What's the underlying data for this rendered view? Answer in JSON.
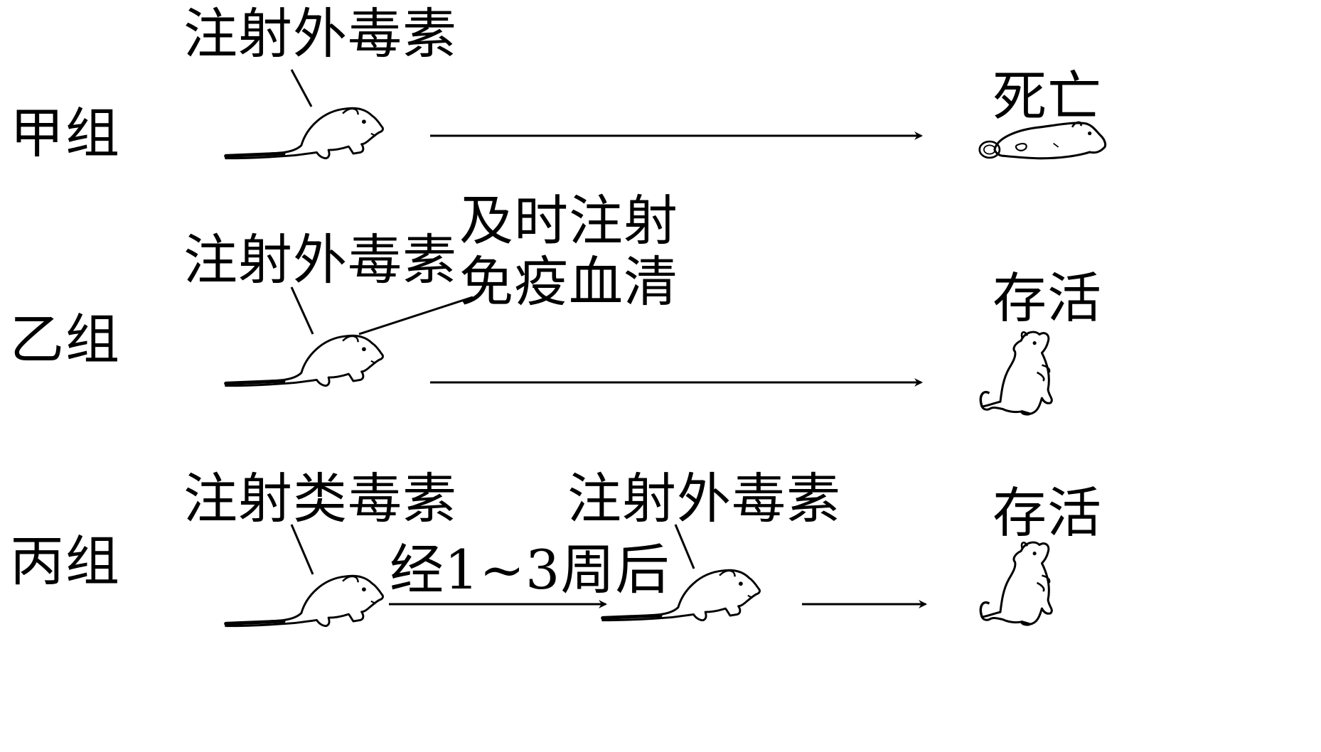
{
  "groups": {
    "jia": {
      "name": "甲组",
      "inject_label": "注射外毒素",
      "result": "死亡"
    },
    "yi": {
      "name": "乙组",
      "inject_label": "注射外毒素",
      "serum_line1": "及时注射",
      "serum_line2": "免疫血清",
      "result": "存活"
    },
    "bing": {
      "name": "丙组",
      "inject_label_1": "注射类毒素",
      "interval_label": "经1~3周后",
      "inject_label_2": "注射外毒素",
      "result": "存活"
    }
  },
  "icons": {
    "mouse": "mouse-icon",
    "dead_mouse": "dead-mouse-icon",
    "standing_mouse": "standing-mouse-icon",
    "arrow": "right-arrow-icon"
  }
}
